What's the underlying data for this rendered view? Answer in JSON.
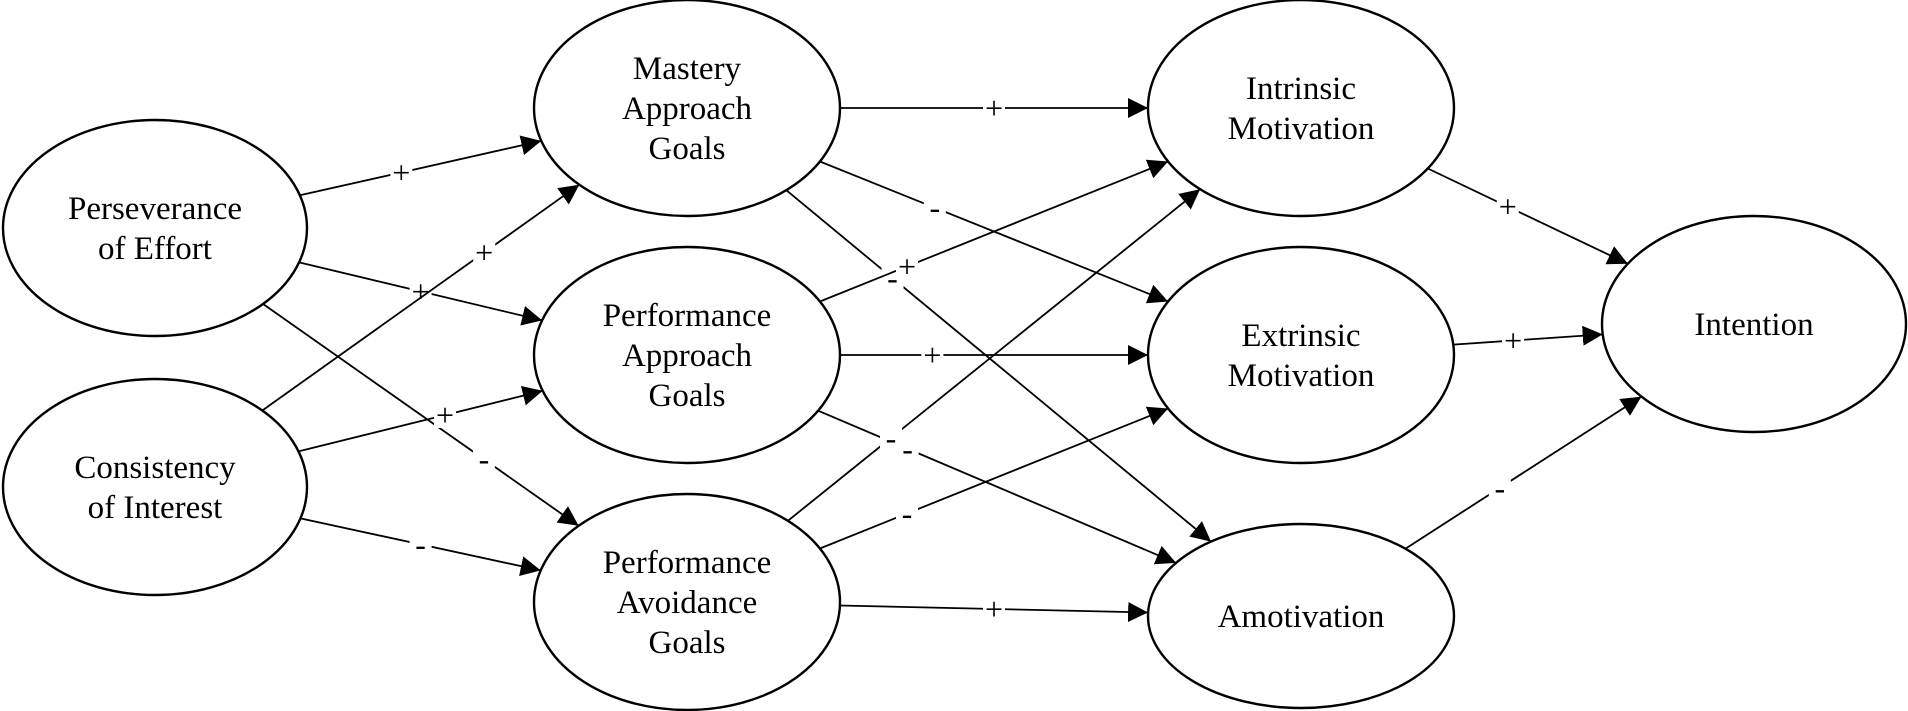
{
  "diagram": {
    "colors": {
      "stroke": "#000000",
      "fill": "#ffffff",
      "text": "#000000"
    },
    "nodes": [
      {
        "id": "perseverance",
        "lines": [
          "Perseverance",
          "of Effort"
        ]
      },
      {
        "id": "consistency",
        "lines": [
          "Consistency",
          "of Interest"
        ]
      },
      {
        "id": "mastery-approach",
        "lines": [
          "Mastery",
          "Approach",
          "Goals"
        ]
      },
      {
        "id": "performance-approach",
        "lines": [
          "Performance",
          "Approach",
          "Goals"
        ]
      },
      {
        "id": "performance-avoidance",
        "lines": [
          "Performance",
          "Avoidance",
          "Goals"
        ]
      },
      {
        "id": "intrinsic",
        "lines": [
          "Intrinsic",
          "Motivation"
        ]
      },
      {
        "id": "extrinsic",
        "lines": [
          "Extrinsic",
          "Motivation"
        ]
      },
      {
        "id": "amotivation",
        "lines": [
          "Amotivation"
        ]
      },
      {
        "id": "intention",
        "lines": [
          "Intention"
        ]
      }
    ],
    "edges": [
      {
        "from": "perseverance",
        "to": "mastery-approach",
        "sign": "+"
      },
      {
        "from": "perseverance",
        "to": "performance-approach",
        "sign": "+"
      },
      {
        "from": "perseverance",
        "to": "performance-avoidance",
        "sign": "-"
      },
      {
        "from": "consistency",
        "to": "mastery-approach",
        "sign": "+"
      },
      {
        "from": "consistency",
        "to": "performance-approach",
        "sign": "+"
      },
      {
        "from": "consistency",
        "to": "performance-avoidance",
        "sign": "-"
      },
      {
        "from": "mastery-approach",
        "to": "intrinsic",
        "sign": "+"
      },
      {
        "from": "mastery-approach",
        "to": "extrinsic",
        "sign": "-"
      },
      {
        "from": "mastery-approach",
        "to": "amotivation",
        "sign": "-"
      },
      {
        "from": "performance-approach",
        "to": "intrinsic",
        "sign": "+"
      },
      {
        "from": "performance-approach",
        "to": "extrinsic",
        "sign": "+"
      },
      {
        "from": "performance-approach",
        "to": "amotivation",
        "sign": "-"
      },
      {
        "from": "performance-avoidance",
        "to": "intrinsic",
        "sign": "-"
      },
      {
        "from": "performance-avoidance",
        "to": "extrinsic",
        "sign": "-"
      },
      {
        "from": "performance-avoidance",
        "to": "amotivation",
        "sign": "+"
      },
      {
        "from": "intrinsic",
        "to": "intention",
        "sign": "+"
      },
      {
        "from": "extrinsic",
        "to": "intention",
        "sign": "+"
      },
      {
        "from": "amotivation",
        "to": "intention",
        "sign": "-"
      }
    ]
  }
}
